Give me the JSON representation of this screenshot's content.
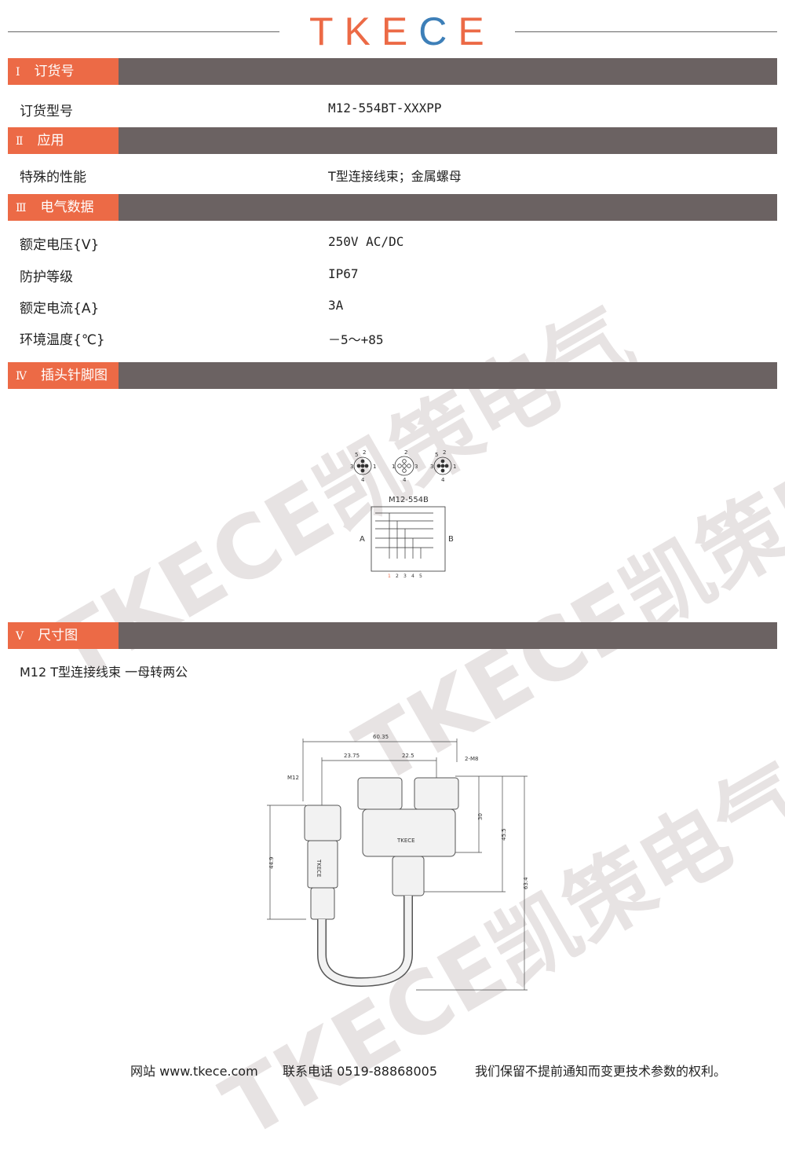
{
  "header": {
    "logo_letters": [
      "T",
      "K",
      "E",
      "C",
      "E"
    ],
    "logo_colors": [
      "#ec6a46",
      "#ec6a46",
      "#ec6a46",
      "#3d7fb8",
      "#ec6a46"
    ]
  },
  "sections": [
    {
      "num": "Ⅰ",
      "title": "订货号"
    },
    {
      "num": "Ⅱ",
      "title": "应用"
    },
    {
      "num": "Ⅲ",
      "title": "电气数据"
    },
    {
      "num": "Ⅳ",
      "title": "插头针脚图"
    },
    {
      "num": "Ⅴ",
      "title": "尺寸图"
    }
  ],
  "order": {
    "label": "订货型号",
    "value": "M12-554BT-XXXPP"
  },
  "application": {
    "label": "特殊的性能",
    "value": "T型连接线束；金属螺母"
  },
  "electrical": [
    {
      "label": "额定电压{V}",
      "value": "250V AC/DC"
    },
    {
      "label": "防护等级",
      "value": "IP67"
    },
    {
      "label": "额定电流{A}",
      "value": "3A"
    },
    {
      "label": "环境温度{℃}",
      "value": "－5～+85"
    }
  ],
  "pin_diagram": {
    "model": "M12-554B",
    "side_a": "A",
    "side_b": "B",
    "pins": [
      "1",
      "2",
      "3",
      "4",
      "5"
    ]
  },
  "dimension": {
    "caption": "M12 T型连接线束 一母转两公",
    "dims": [
      "60.35",
      "23.75",
      "22.5",
      "2-M8",
      "M12",
      "30",
      "45.5",
      "44.9",
      "63.4"
    ],
    "brand": "TKECE"
  },
  "watermark": "TKECE凯策电气",
  "footer": {
    "site": "网站 www.tkece.com",
    "phone": "联系电话 0519-88868005",
    "note": "我们保留不提前通知而变更技术参数的权利。"
  },
  "colors": {
    "accent": "#ec6a46",
    "bar": "#6b6262",
    "blue": "#3d7fb8"
  }
}
